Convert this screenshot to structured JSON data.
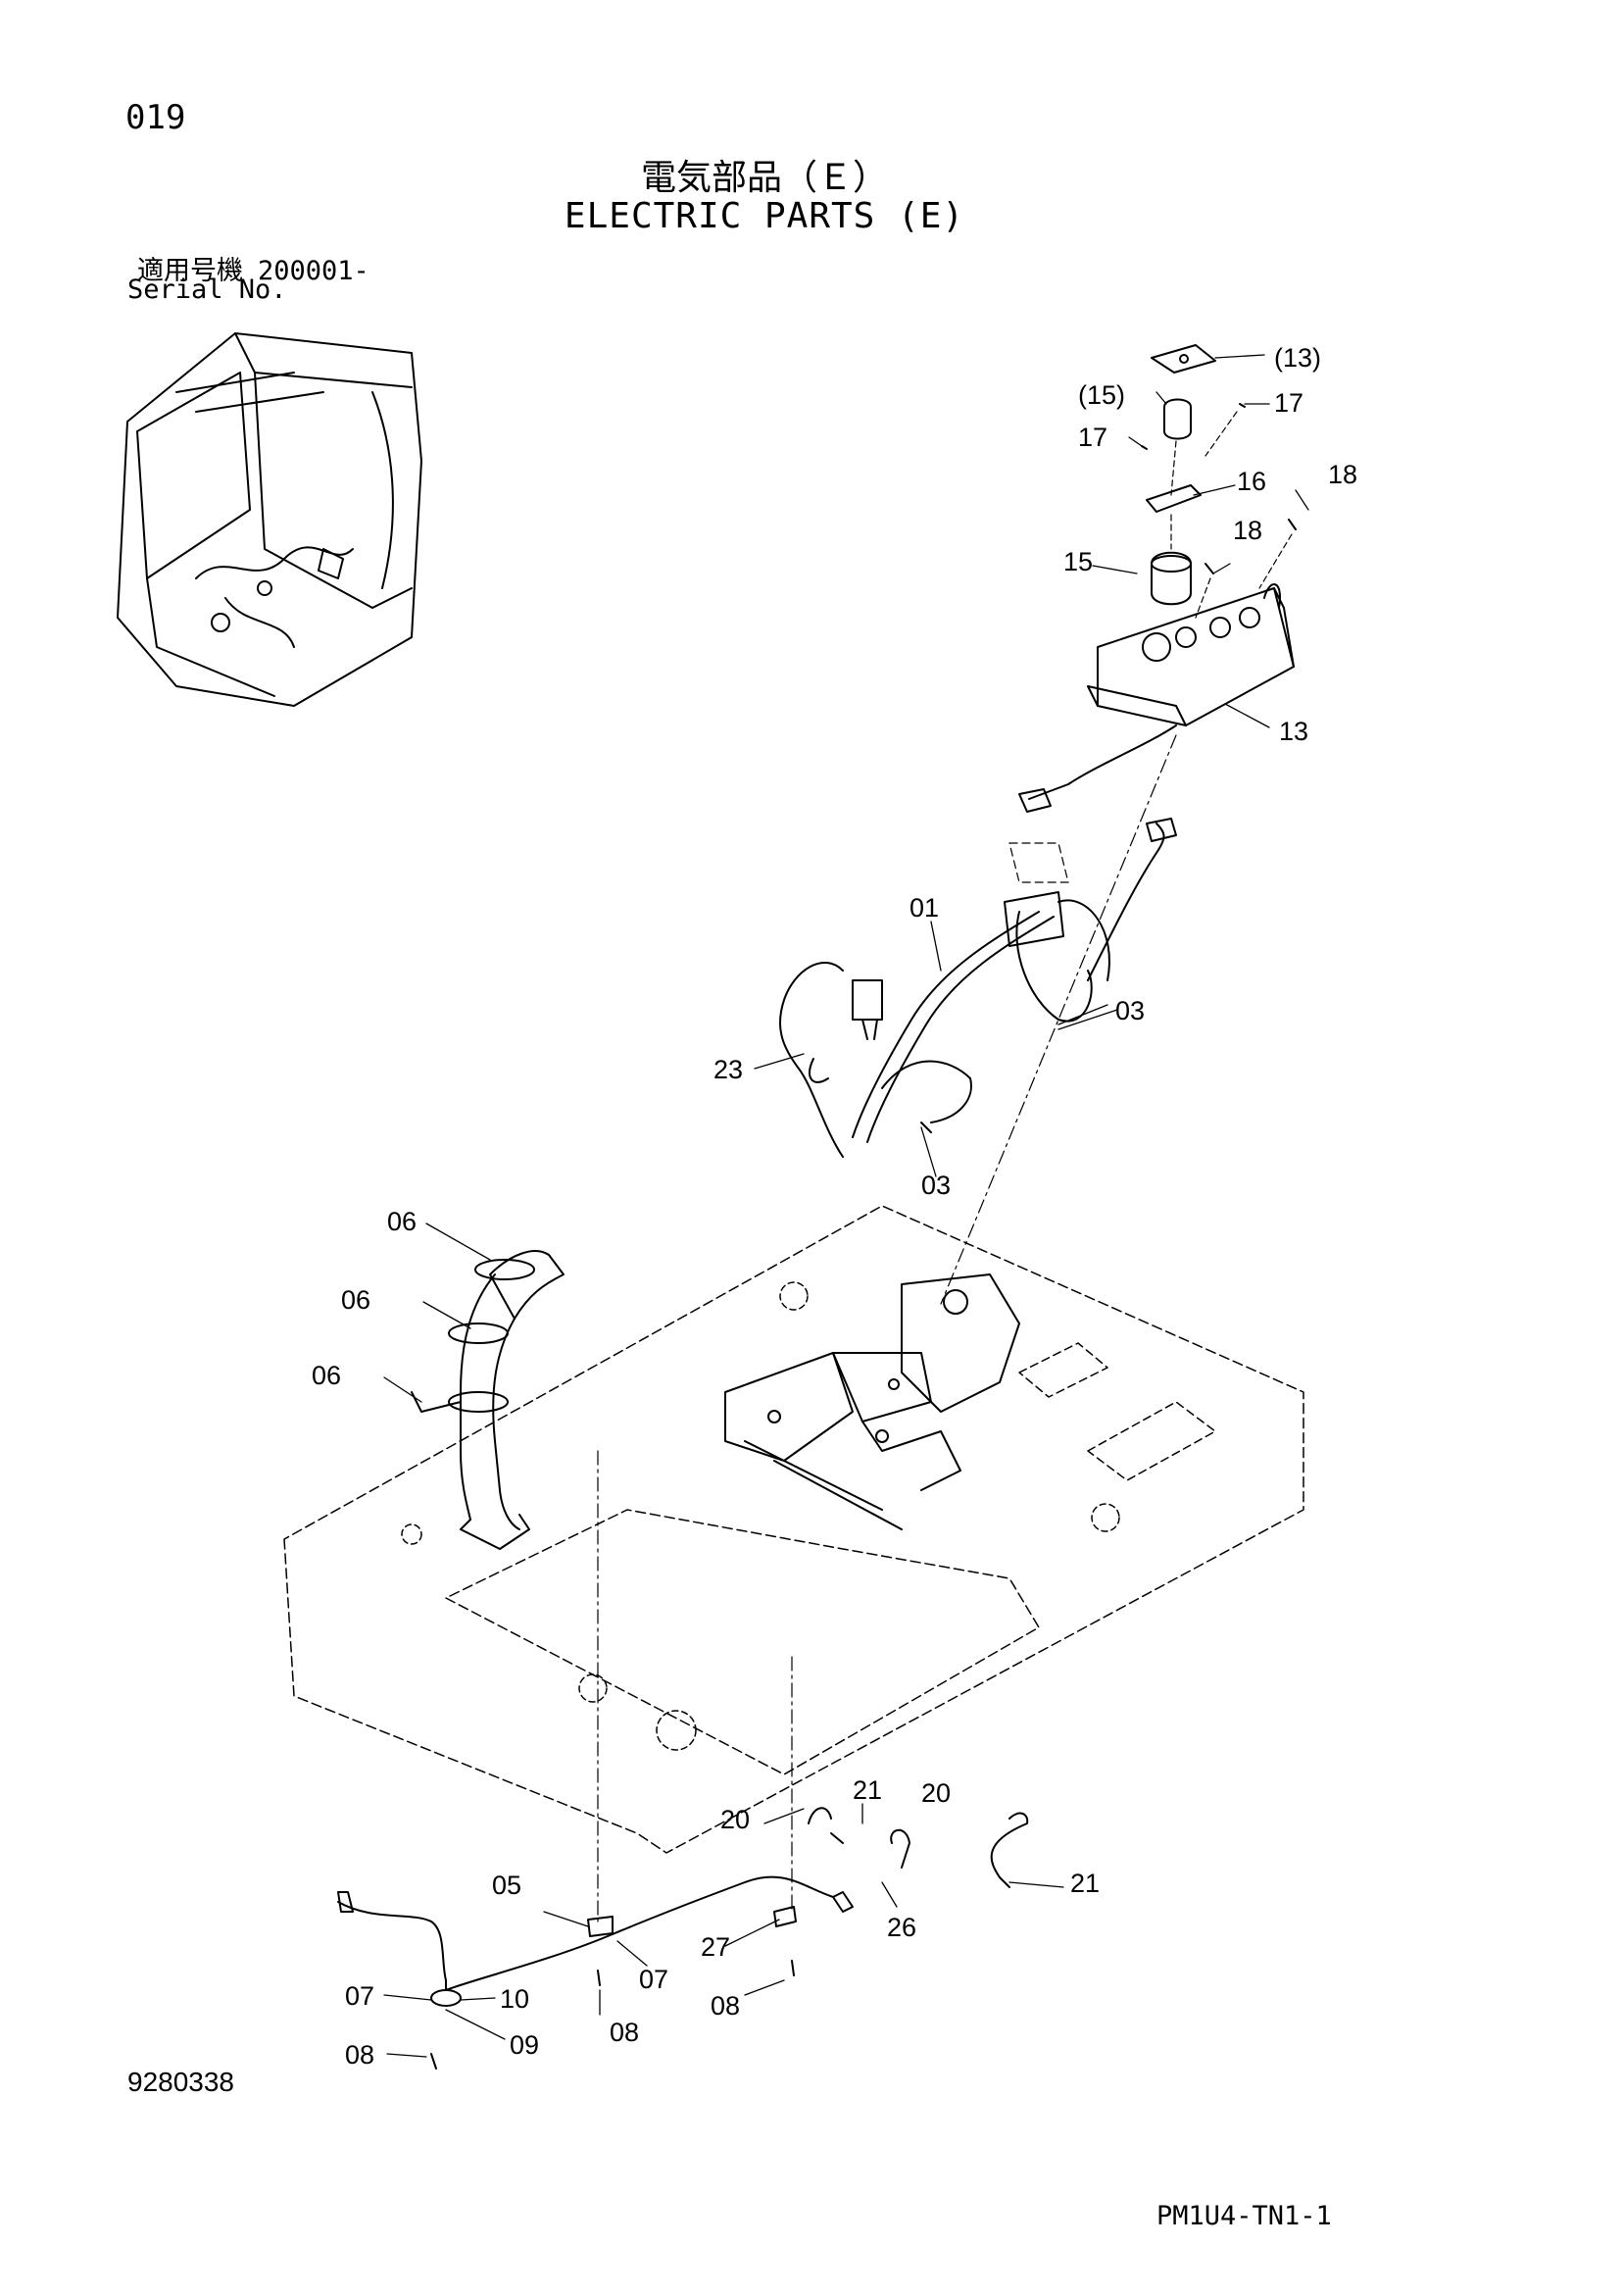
{
  "header": {
    "page_number": "019",
    "title_jp": "電気部品（Ｅ）",
    "title_en": "ELECTRIC PARTS (E)",
    "serial_label_jp": "適用号機",
    "serial_value": "200001-",
    "serial_label_en": "Serial No."
  },
  "footer": {
    "figure_number": "9280338",
    "page_code": "PM1U4-TN1-1"
  },
  "callouts": {
    "c13a": "(13)",
    "c15a": "(15)",
    "c17a": "17",
    "c17b": "17",
    "c16": "16",
    "c18a": "18",
    "c18b": "18",
    "c15": "15",
    "c13": "13",
    "c01": "01",
    "c03a": "03",
    "c23": "23",
    "c03b": "03",
    "c06a": "06",
    "c06b": "06",
    "c06c": "06",
    "c21a": "21",
    "c20a": "20",
    "c20b": "20",
    "c21b": "21",
    "c05": "05",
    "c26": "26",
    "c27": "27",
    "c07a": "07",
    "c07b": "07",
    "c10": "10",
    "c08a": "08",
    "c08b": "08",
    "c09": "09",
    "c08c": "08"
  }
}
